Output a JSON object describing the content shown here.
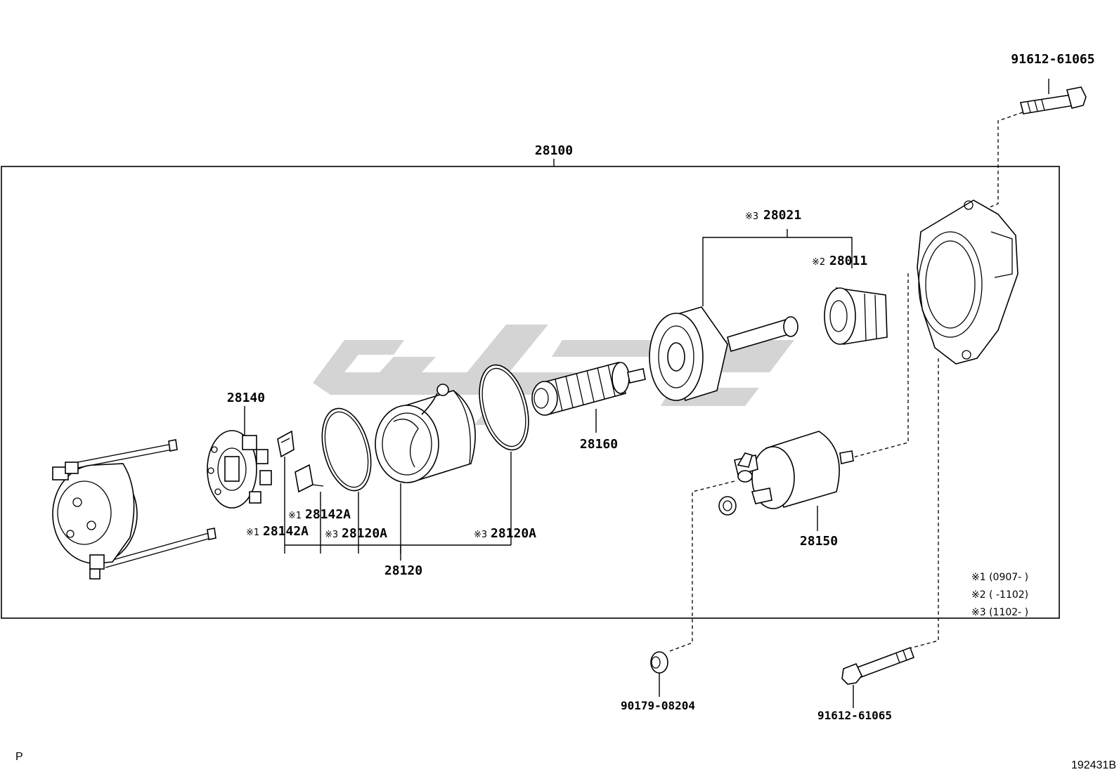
{
  "diagram": {
    "corner_left": "P",
    "corner_right": "192431B",
    "assembly_label": "28100",
    "mark_symbol": "※",
    "labels": {
      "bolt_top": "91612-61065",
      "bolt_bottom": "91612-61065",
      "nut": "90179-08204",
      "pinion_clutch": "28021",
      "pinion_clutch_mark": "3",
      "drive_gear": "28011",
      "drive_gear_mark": "2",
      "brush_holder": "28140",
      "armature": "28160",
      "solenoid": "28150",
      "yoke": "28120",
      "brush_a": "28142A",
      "brush_a_mark": "1",
      "brush_b": "28142A",
      "brush_b_mark": "1",
      "oring_a": "28120A",
      "oring_a_mark": "3",
      "oring_b": "28120A",
      "oring_b_mark": "3"
    },
    "notes": [
      "※1 (0907-     )",
      "※2 (     -1102)",
      "※3 (1102-     )"
    ]
  }
}
